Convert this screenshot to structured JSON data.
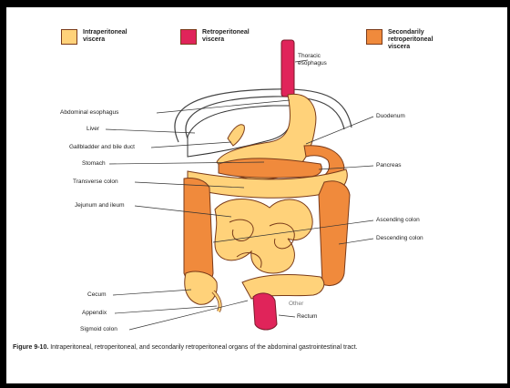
{
  "legend": {
    "intraperitoneal": {
      "text": "Intraperitoneal\nviscera",
      "color": "#ffd27a"
    },
    "retroperitoneal": {
      "text": "Retroperitoneal\nviscera",
      "color": "#e0245a"
    },
    "secondarily": {
      "text": "Secondarily\nretroperitoneal\nviscera",
      "color": "#f08a3c"
    }
  },
  "labels": {
    "thoracic_esophagus": "Thoracic\nesophagus",
    "abdominal_esophagus": "Abdominal esophagus",
    "liver": "Liver",
    "gallbladder": "Gallbladder and bile duct",
    "stomach": "Stomach",
    "transverse_colon": "Transverse colon",
    "jejunum_ileum": "Jejunum and ileum",
    "cecum": "Cecum",
    "appendix": "Appendix",
    "sigmoid_colon": "Sigmoid colon",
    "duodenum": "Duodenum",
    "pancreas": "Pancreas",
    "ascending_colon": "Ascending colon",
    "descending_colon": "Descending colon",
    "rectum": "Rectum",
    "blurred_label": "Other"
  },
  "caption": {
    "figure_number": "Figure 9-10.",
    "text": " Intraperitoneal, retroperitoneal, and secondarily retroperitoneal organs of the abdominal gastrointestinal tract."
  }
}
